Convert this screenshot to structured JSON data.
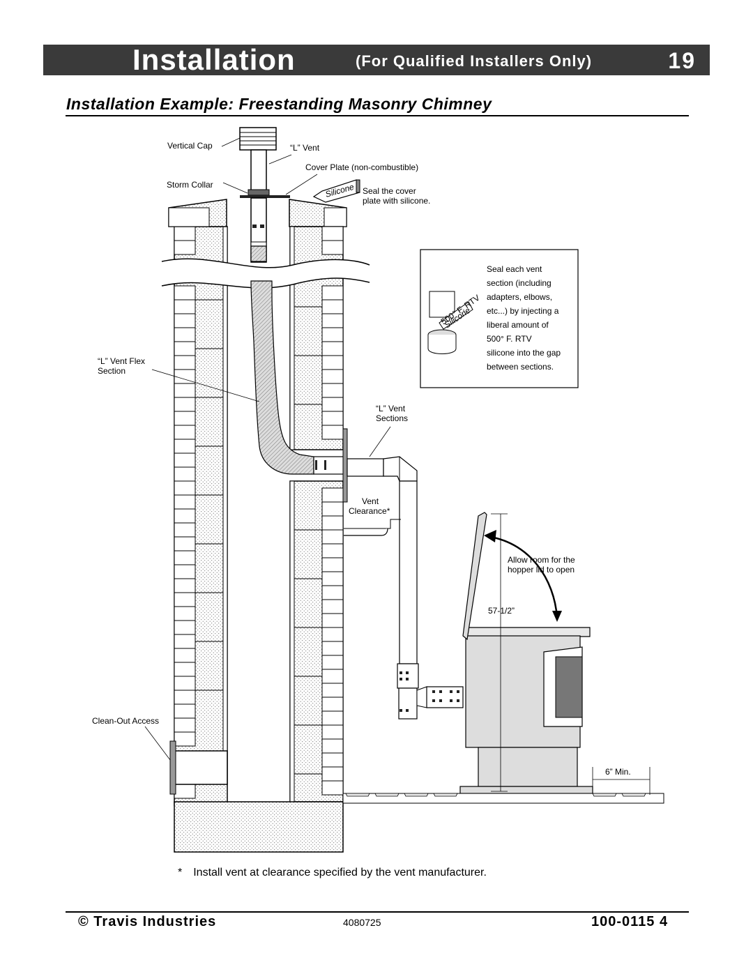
{
  "header": {
    "title": "Installation",
    "subtitle": "(For Qualified Installers Only)",
    "page_number": "19"
  },
  "section_title": "Installation Example: Freestanding Masonry Chimney",
  "diagram_labels": {
    "vertical_cap": "Vertical Cap",
    "l_vent_top": "“L” Vent",
    "cover_plate": "Cover Plate (non-combustible)",
    "storm_collar": "Storm Collar",
    "silicone_tube": "Silicone",
    "seal_cover_1": "Seal the cover",
    "seal_cover_2": "plate with silicone.",
    "flex_1": "“L” Vent Flex",
    "flex_2": "Section",
    "sections_1": "“L” Vent",
    "sections_2": "Sections",
    "vent_clearance_1": "Vent",
    "vent_clearance_2": "Clearance*",
    "clean_out": "Clean-Out Access",
    "hopper_1": "Allow room for the",
    "hopper_2": "hopper lid to open",
    "height": "57-1/2”",
    "min_clearance": "6” Min."
  },
  "inset": {
    "lines": [
      "Seal each vent",
      "section (including",
      "adapters, elbows,",
      "etc...) by injecting a",
      "liberal amount of",
      "500° F. RTV",
      "silicone into the gap",
      "between sections."
    ],
    "tube_text_1": "500° F. RTV",
    "tube_text_2": "Silicone"
  },
  "footnote": {
    "marker": "*",
    "text": "Install vent at clearance specified by the vent manufacturer."
  },
  "footer": {
    "company": "© Travis Industries",
    "code": "4080725",
    "doc_number": "100-0115 4"
  }
}
